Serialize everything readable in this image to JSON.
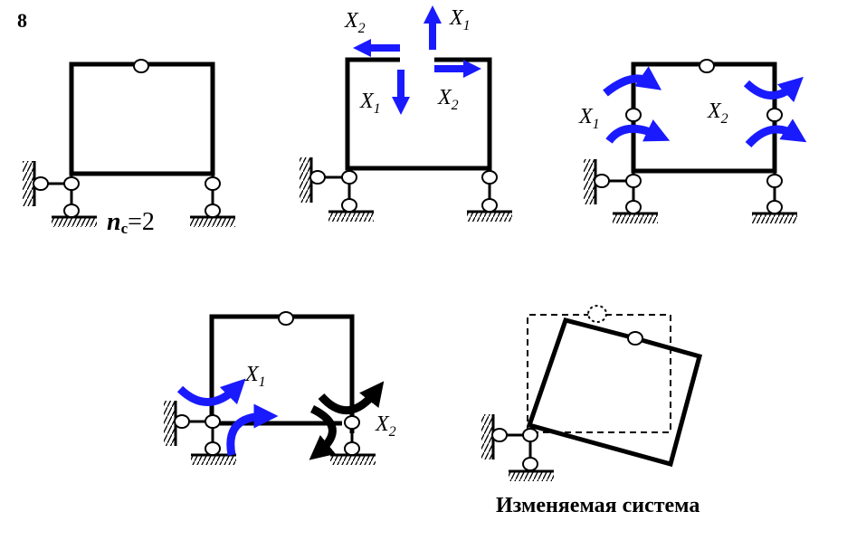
{
  "figure_number": "8",
  "nc_label": {
    "symbol": "n",
    "subscript": "c",
    "rest": "=2"
  },
  "unknowns": {
    "x": "X",
    "one": "1",
    "two": "2"
  },
  "caption": "Изменяемая система",
  "colors": {
    "line": "#000000",
    "accent": "#1a1aff",
    "hinge_fill": "#ffffff"
  }
}
